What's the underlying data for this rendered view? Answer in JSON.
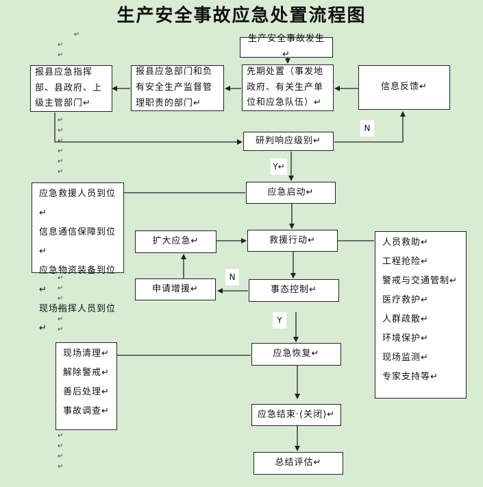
{
  "title": "生产安全事故应急处置流程图",
  "para_mark": "↵",
  "nodes": {
    "accident_occurs": "生产安全事故发生↵",
    "initial_response": "先期处置（事发地政府、有关生产单位和应急队伍）↵",
    "report_department": "报县应急部门和负有安全生产监督管理职责的部门↵",
    "report_county": "报县应急指挥部、县政府、上级主管部门↵",
    "info_feedback": "信息反馈↵",
    "assess_level": "研判响应级别↵",
    "launch": "应急启动↵",
    "expand": "扩大应急↵",
    "rescue": "救援行动↵",
    "request_support": "申请增援↵",
    "situation_control": "事态控制↵",
    "recovery": "应急恢复↵",
    "end": "应急结束·(关闭)↵",
    "evaluation": "总结评估↵"
  },
  "arrival_list": [
    "应急救援人员到位↵",
    "信息通信保障到位↵",
    "应急物资装备到位↵",
    "现场指挥人员到位↵"
  ],
  "rescue_list": [
    "人员救助↵",
    "工程抢险↵",
    "警戒与交通管制↵",
    "医疗救护↵",
    "人群疏散↵",
    "环境保护↵",
    "现场监测↵",
    "专家支持等↵"
  ],
  "recovery_list": [
    "现场清理↵",
    "解除警戒↵",
    "善后处理↵",
    "事故调查↵"
  ],
  "labels": {
    "n1": "N",
    "y1": "Y↵",
    "n2": "N",
    "y2": "Y"
  },
  "colors": {
    "background": "#d7ecd3",
    "box": "#ffffff",
    "line": "#222222"
  }
}
